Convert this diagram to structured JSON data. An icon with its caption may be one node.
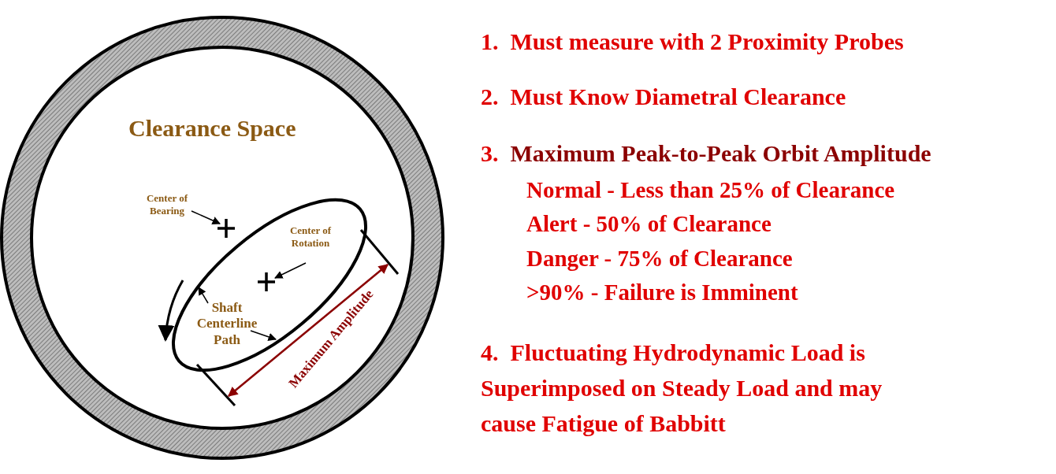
{
  "diagram": {
    "nodes": [
      {
        "text": [
          "Center of Bearing"
        ]
      },
      {
        "text": [],
        "shape": "cross"
      },
      {
        "text": [],
        "shape": "ellipse"
      },
      {
        "text": [
          "Center of Rotation"
        ],
        "in": 2
      },
      {
        "text": [],
        "shape": "cross",
        "in": 2
      },
      {
        "text": [
          "Shaft Centerline Path"
        ],
        "in": 2
      }
    ],
    "edges": [
      {
        "from": 0,
        "to": 1,
        "arrow": "to"
      },
      {
        "from": 3,
        "to": 4,
        "arrow": "to"
      },
      {
        "from": 5,
        "to": 2,
        "arrow": "to"
      },
      {
        "from": 5,
        "to": 2,
        "arrow": "to"
      }
    ],
    "labels": [
      "Clearance Space",
      "Maximum Amplitude",
      "1.  Must measure with 2 Proximity Probes",
      "2.  Must Know Diametral Clearance",
      "3.  Maximum Peak-to-Peak Orbit Amplitude",
      "Normal - Less than 25% of Clearance",
      "Alert - 50% of Clearance",
      "Danger - 75% of Clearance",
      ">90% - Failure is Imminent",
      "4.  Fluctuating Hydrodynamic Load is Superimposed on Steady Load and may cause Fatigue of Babbitt"
    ]
  }
}
